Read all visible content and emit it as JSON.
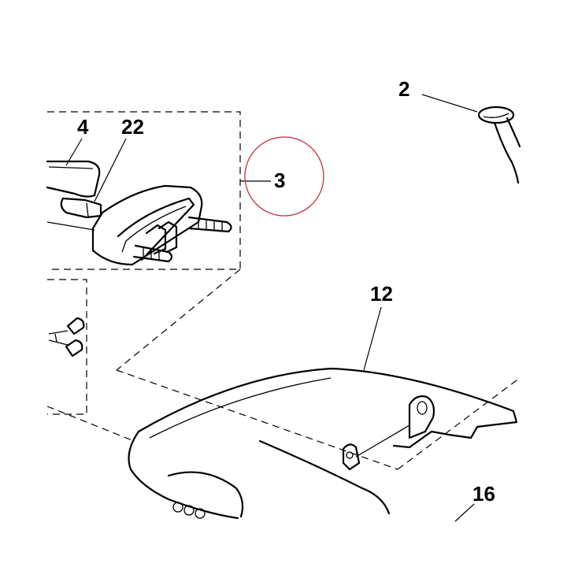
{
  "callouts": {
    "c2": "2",
    "c3": "3",
    "c4": "4",
    "c12": "12",
    "c16": "16",
    "c22": "22"
  },
  "colors": {
    "line": "#000000",
    "background": "#ffffff",
    "highlight_circle": "#c8323c"
  }
}
